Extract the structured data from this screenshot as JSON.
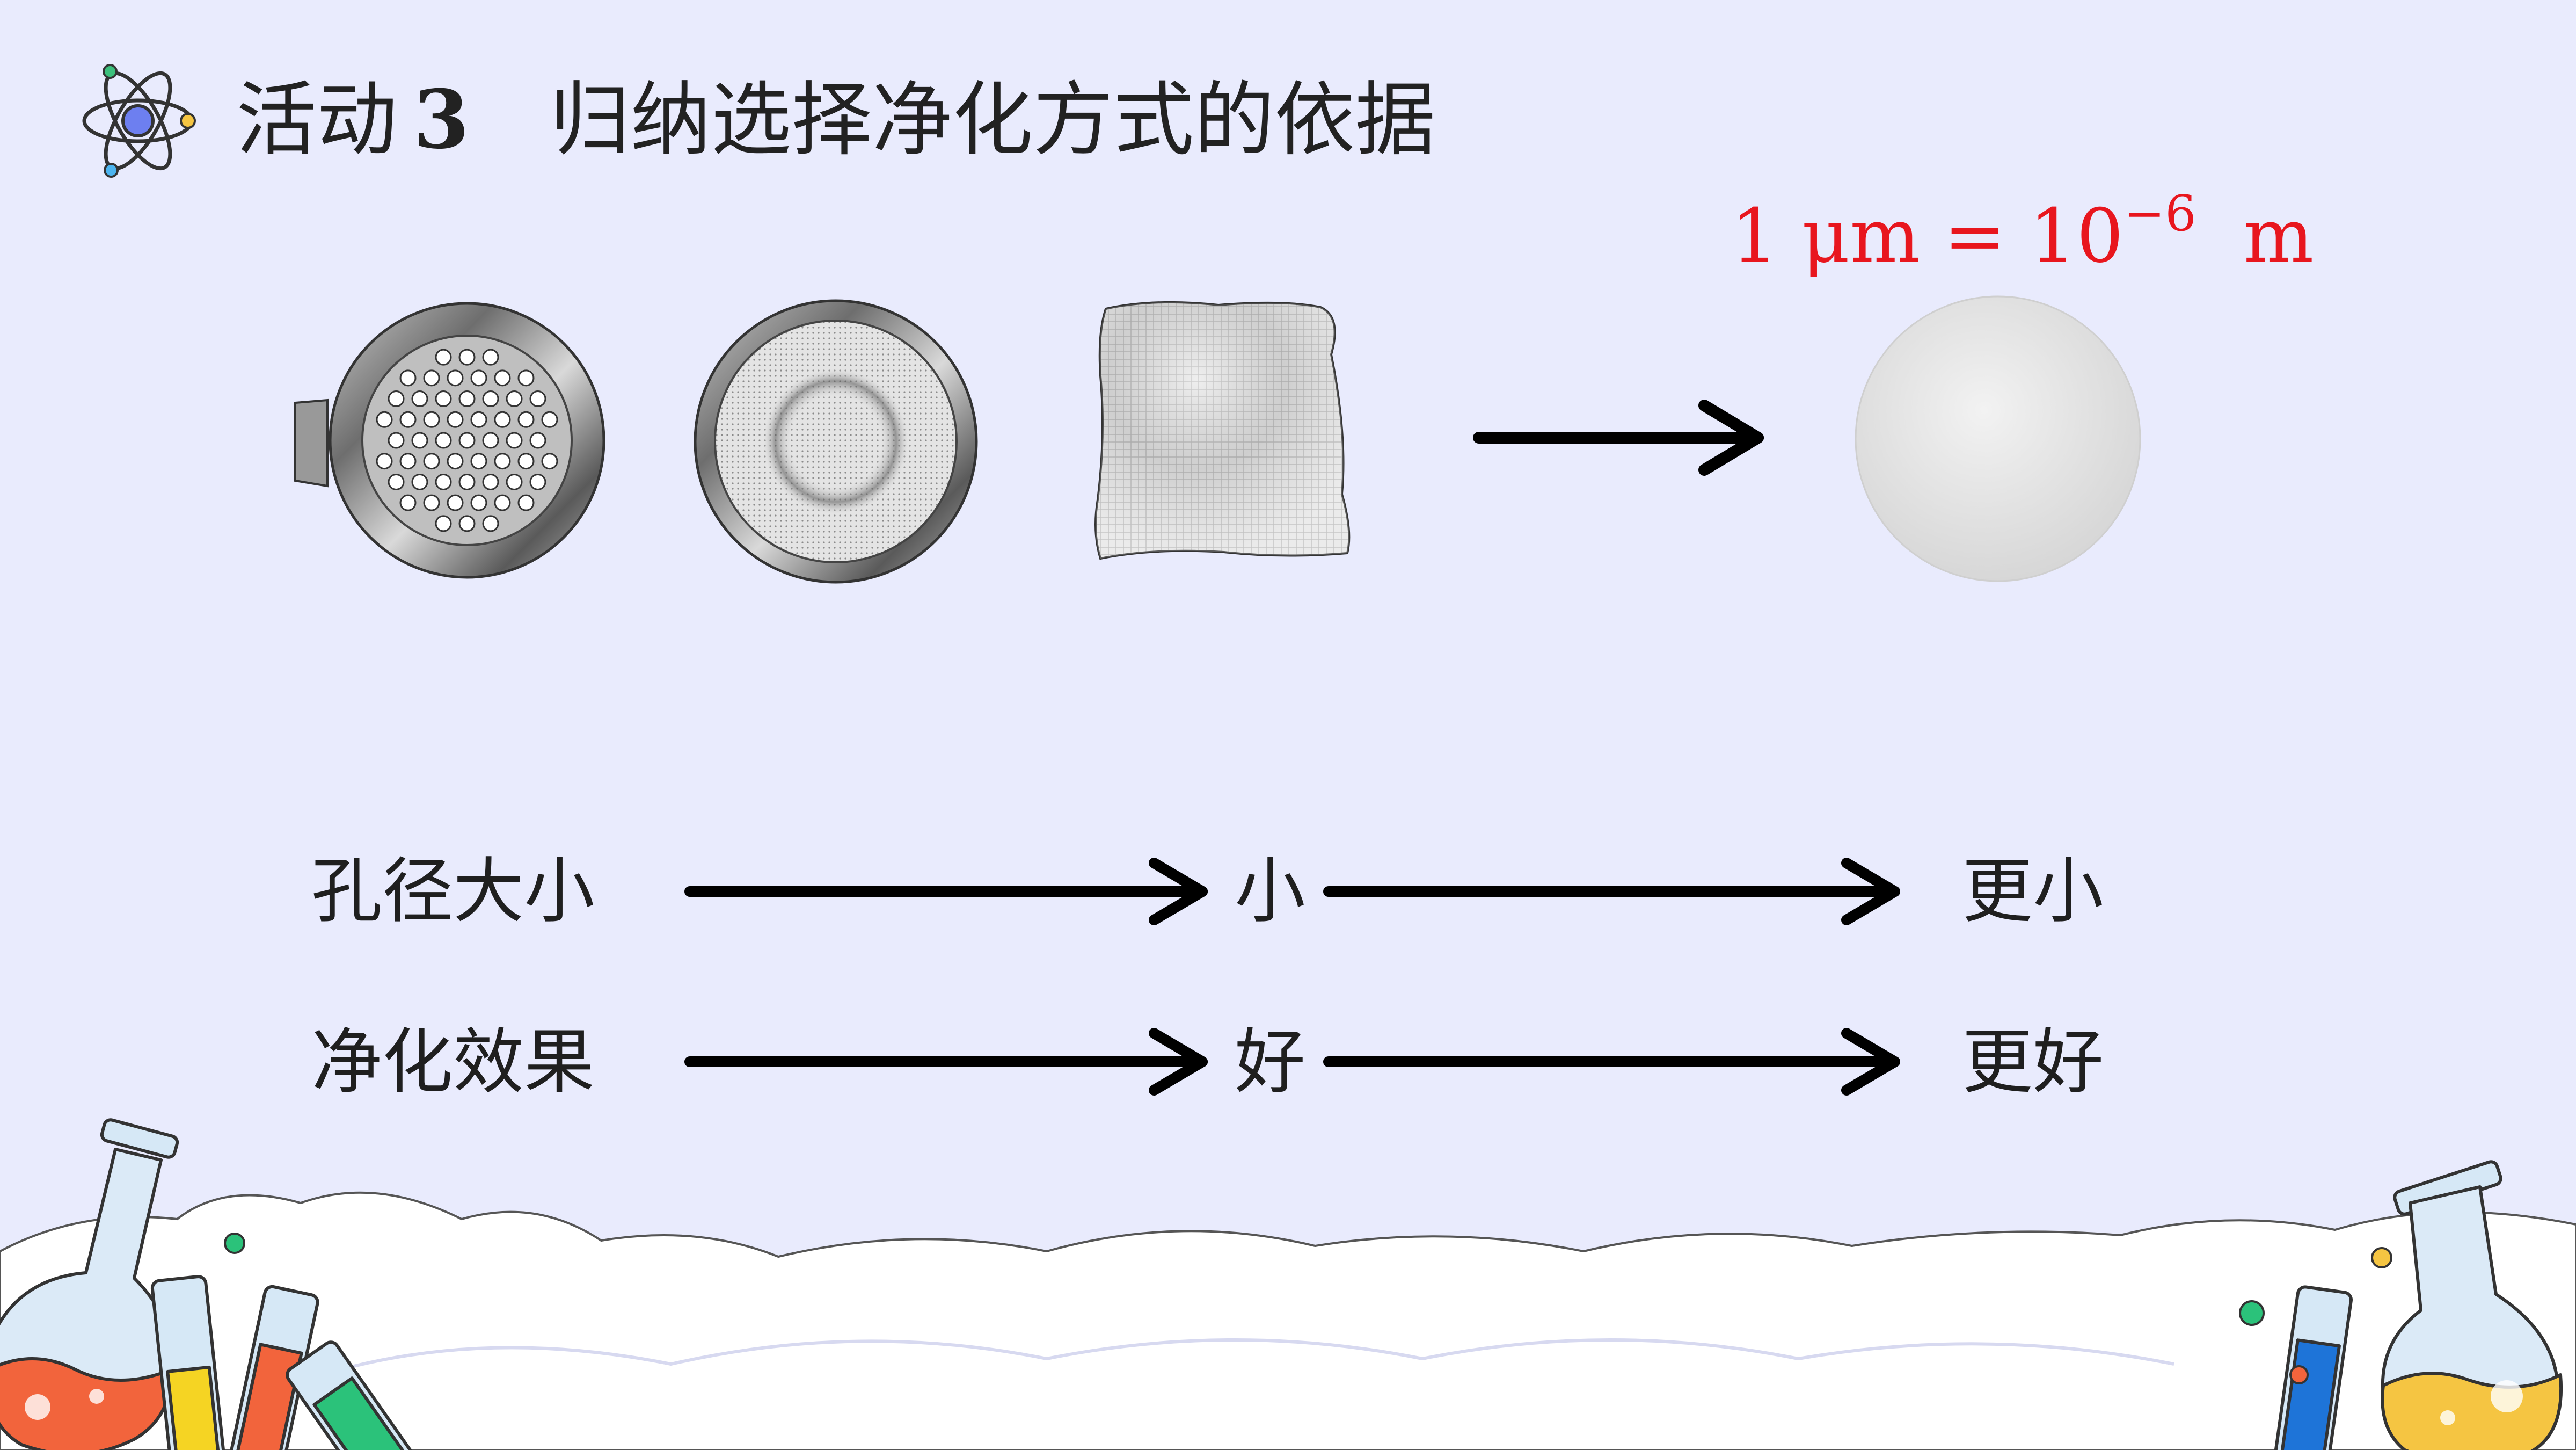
{
  "title": {
    "activity": "活动",
    "number": "3",
    "text": "归纳选择净化方式的依据"
  },
  "formula": {
    "lhs": "1 μm = 10",
    "exponent": "−6",
    "unit": "m",
    "color": "#e8161e"
  },
  "filters": [
    "sieve-icon",
    "mesh-filter-icon",
    "cloth-icon",
    "filter-paper-icon"
  ],
  "rows": [
    {
      "label": "孔径大小",
      "mid": "小",
      "end": "更小"
    },
    {
      "label": "净化效果",
      "mid": "好",
      "end": "更好"
    }
  ],
  "colors": {
    "background": "#e9ebfd",
    "arrow": "#000000",
    "text": "#1f1f1f"
  }
}
